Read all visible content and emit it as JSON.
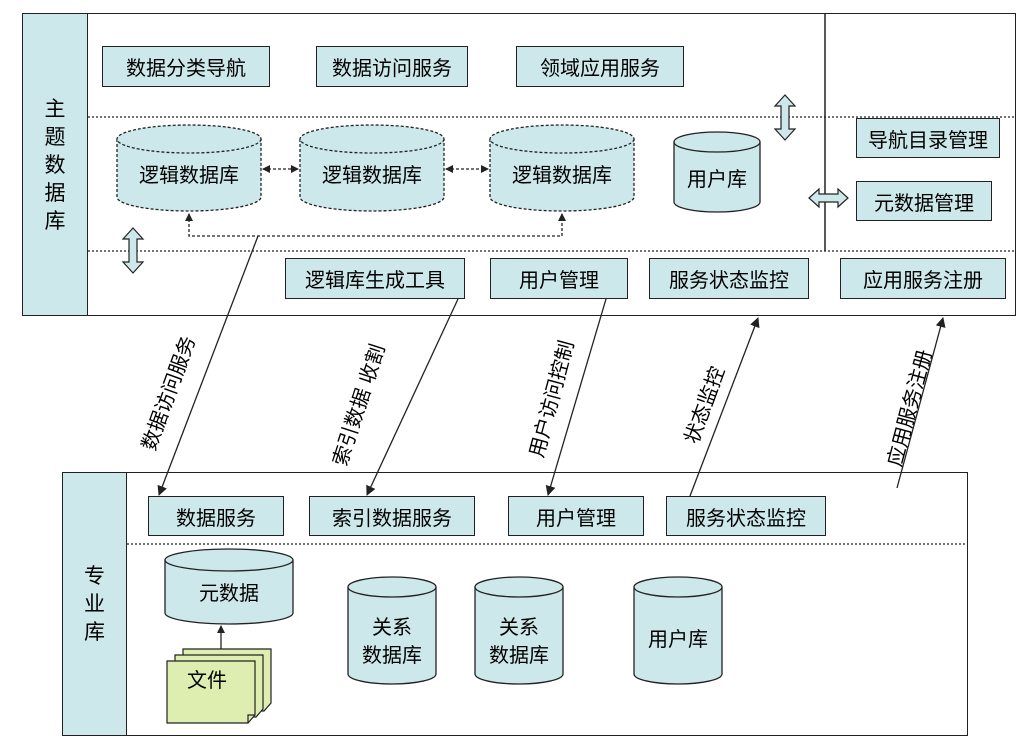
{
  "top": {
    "sidebar_label": "主题数据库",
    "nav_buttons": [
      "数据分类导航",
      "数据访问服务",
      "领域应用服务"
    ],
    "logic_db": "逻辑数据库",
    "user_db": "用户库",
    "right_panel": [
      "导航目录管理",
      "元数据管理"
    ],
    "bottom_buttons": [
      "逻辑库生成工具",
      "用户管理",
      "服务状态监控",
      "应用服务注册"
    ]
  },
  "arrows": [
    "数据访问服务",
    "索引数据 收割",
    "用户访问控制",
    "状态监控",
    "应用服务注册"
  ],
  "bottom": {
    "sidebar_label": "专业库",
    "service_buttons": [
      "数据服务",
      "索引数据服务",
      "用户管理",
      "服务状态监控"
    ],
    "metadata_db": "元数据",
    "file_label": "文件",
    "relational_db_line1": "关系",
    "relational_db_line2": "数据库",
    "user_db": "用户库"
  },
  "colors": {
    "fill": "#cde8ea",
    "file_fill": "#ddeeb0",
    "stroke": "#222222"
  }
}
